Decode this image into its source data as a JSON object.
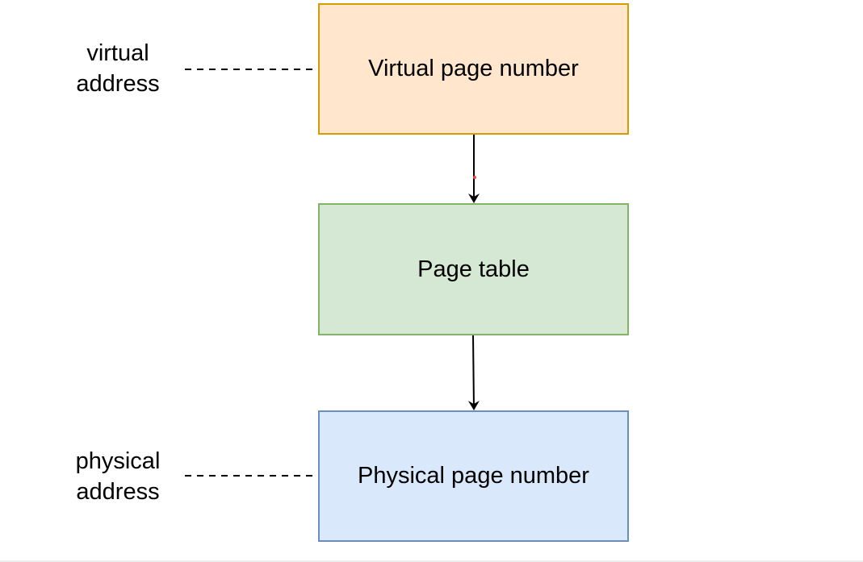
{
  "diagram": {
    "boxes": {
      "virtual_page": {
        "label": "Virtual page number",
        "fill": "#ffe6cc",
        "stroke": "#d79b00"
      },
      "page_table": {
        "label": "Page table",
        "fill": "#d5e8d4",
        "stroke": "#82b366"
      },
      "physical_page": {
        "label": "Physical page number",
        "fill": "#dae8fc",
        "stroke": "#6c8ebf"
      }
    },
    "labels": {
      "virtual_address": {
        "line1": "virtual",
        "line2": "address"
      },
      "physical_address": {
        "line1": "physical",
        "line2": "address"
      }
    },
    "colors": {
      "arrow": "#000000",
      "dashed_line": "#000000",
      "bottom_border": "#d9d9d9"
    }
  }
}
